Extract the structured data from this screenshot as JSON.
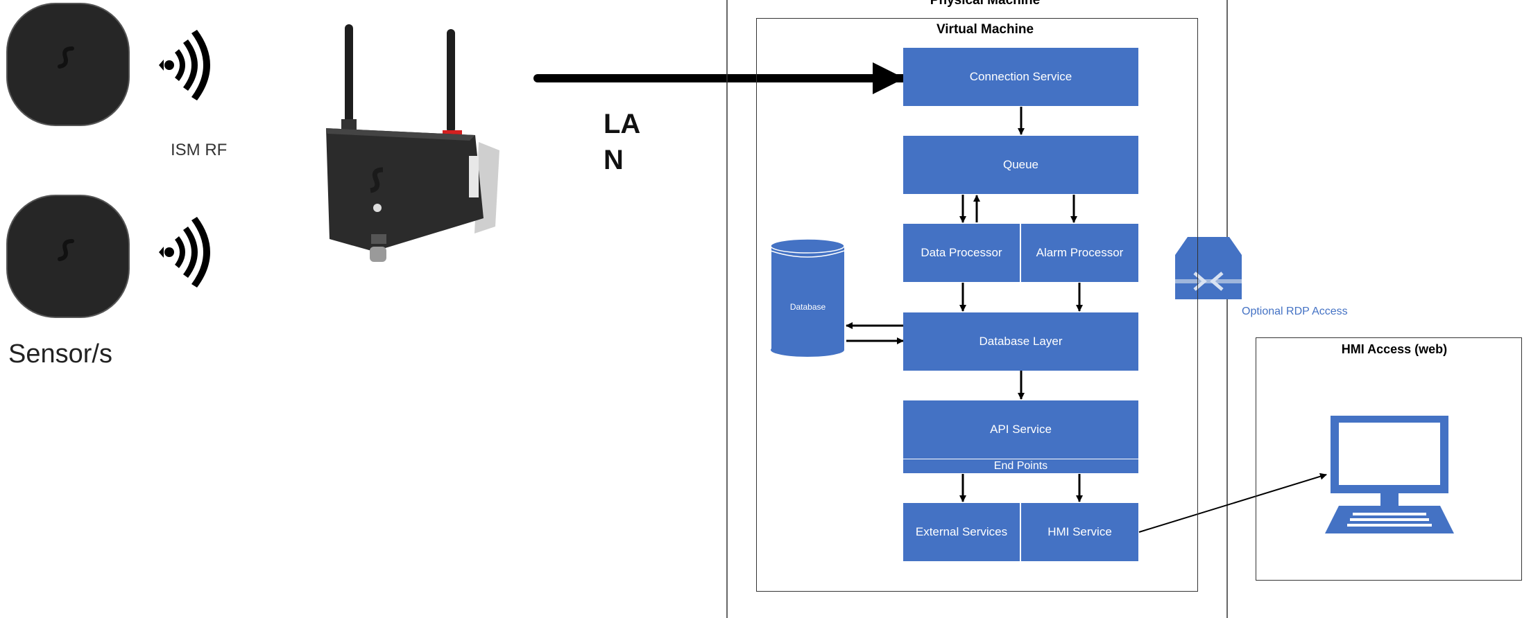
{
  "sensors": {
    "label": "Sensor/s",
    "rf_label": "ISM RF"
  },
  "network": {
    "label_line1": "LA",
    "label_line2": "N"
  },
  "physical_machine": {
    "title": "Physical Machine"
  },
  "virtual_machine": {
    "title": "Virtual Machine",
    "services": {
      "connection": "Connection Service",
      "queue": "Queue",
      "data_processor": "Data Processor",
      "alarm_processor": "Alarm  Processor",
      "database_layer": "Database Layer",
      "api_service": "API Service",
      "end_points": "End Points",
      "external_services": "External Services",
      "hmi_service": "HMI Service"
    },
    "database": "Database"
  },
  "rdp": {
    "label": "Optional RDP Access"
  },
  "hmi_access": {
    "title": "HMI Access (web)"
  },
  "colors": {
    "accent": "#4472c4",
    "rdp_text": "#4472c4",
    "device": "#2b2b2b",
    "device_red": "#d42020"
  }
}
